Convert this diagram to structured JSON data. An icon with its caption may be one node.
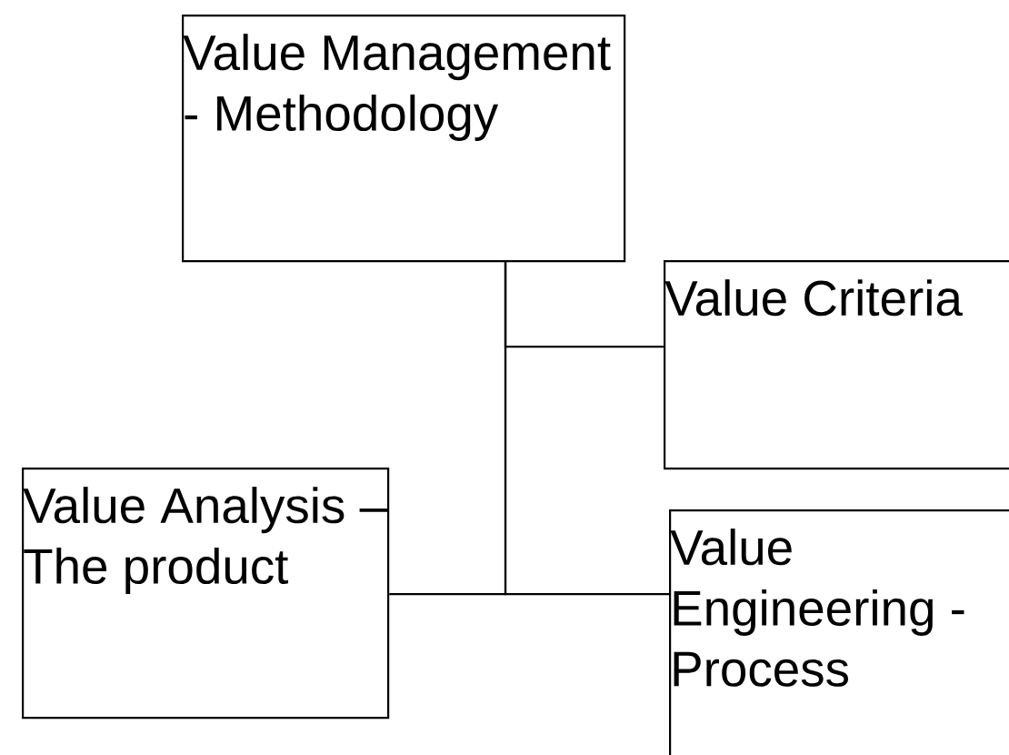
{
  "diagram": {
    "nodes": [
      {
        "text": [
          "Value Management - Methodology"
        ]
      },
      {
        "text": [
          "Value Criteria"
        ]
      },
      {
        "text": [
          "Value Analysis – The product"
        ]
      },
      {
        "text": [
          "Value Engineering - Process"
        ]
      }
    ],
    "edges": [
      {
        "from": 0,
        "to": 1,
        "arrow": "none"
      },
      {
        "from": 0,
        "to": 2,
        "arrow": "none"
      },
      {
        "from": 0,
        "to": 3,
        "arrow": "none"
      }
    ]
  }
}
